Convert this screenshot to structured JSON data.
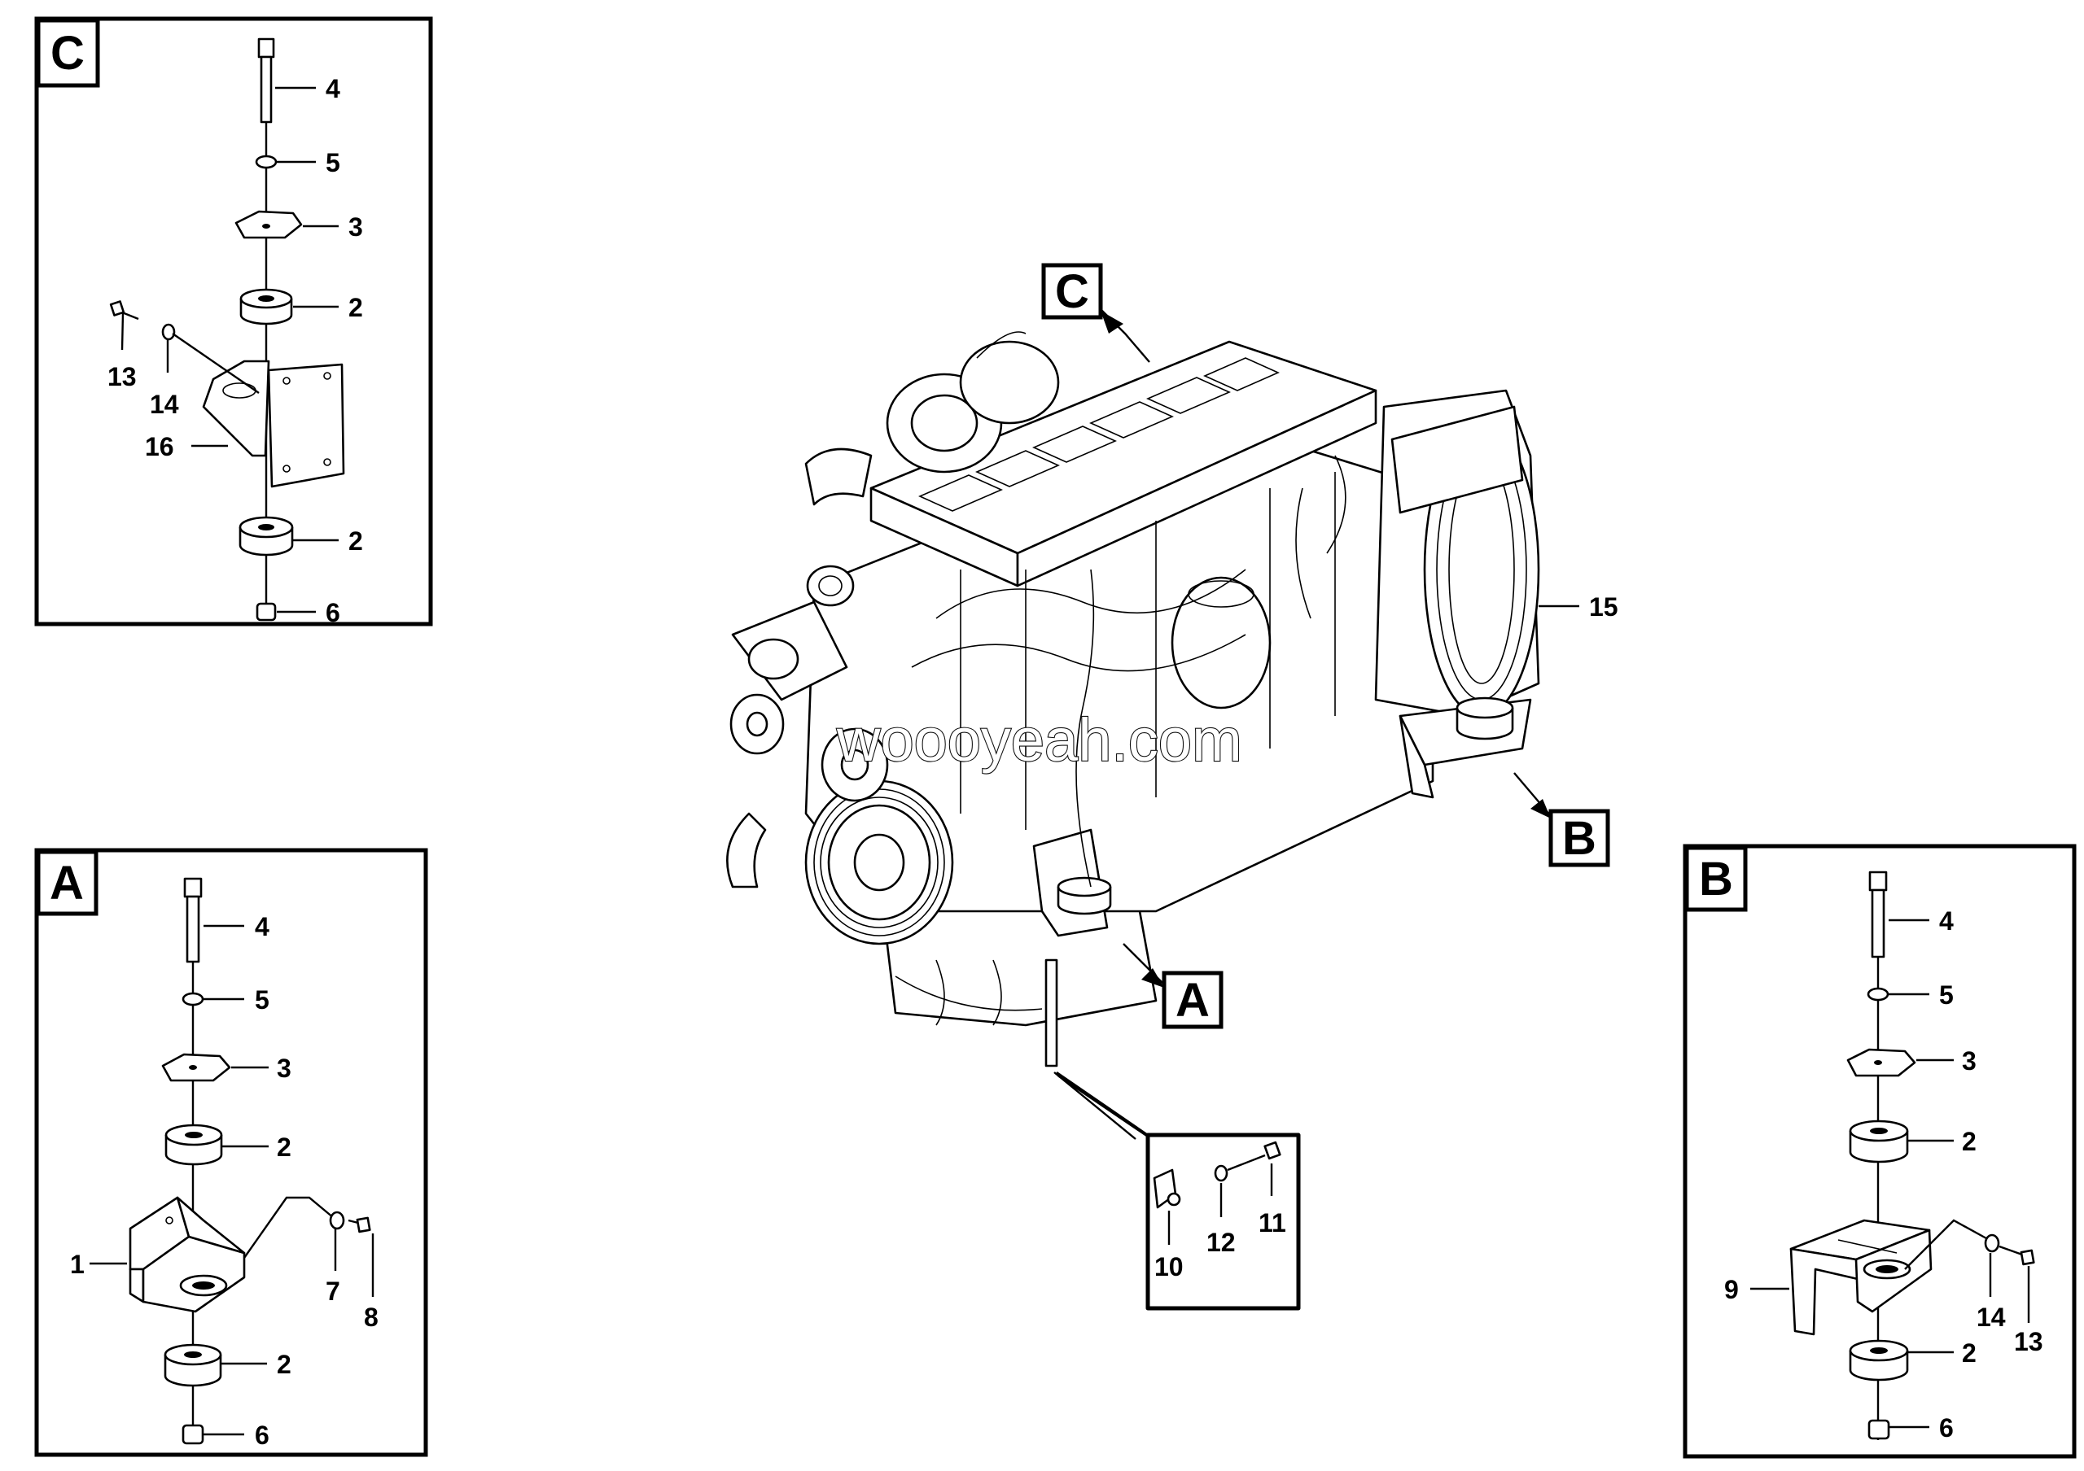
{
  "watermark": "woooyeah.com",
  "colors": {
    "line": "#000000",
    "background": "#ffffff"
  },
  "main": {
    "callouts": {
      "a": "A",
      "b": "B",
      "c": "C"
    },
    "label_15": "15",
    "detail_bracket": {
      "label_10": "10",
      "label_11": "11",
      "label_12": "12"
    }
  },
  "panel_c": {
    "tag": "C",
    "labels": {
      "bolt": "4",
      "washer": "5",
      "plate": "3",
      "mount_upper": "2",
      "bracket_bolt": "13",
      "bracket_washer": "14",
      "bracket": "16",
      "mount_lower": "2",
      "nut": "6"
    }
  },
  "panel_a": {
    "tag": "A",
    "labels": {
      "bolt": "4",
      "washer": "5",
      "plate": "3",
      "mount_upper": "2",
      "bracket": "1",
      "bracket_washer": "7",
      "bracket_bolt": "8",
      "mount_lower": "2",
      "nut": "6"
    }
  },
  "panel_b": {
    "tag": "B",
    "labels": {
      "bolt": "4",
      "washer": "5",
      "plate": "3",
      "mount_upper": "2",
      "bracket": "9",
      "bracket_washer": "14",
      "bracket_bolt": "13",
      "mount_lower": "2",
      "nut": "6"
    }
  }
}
